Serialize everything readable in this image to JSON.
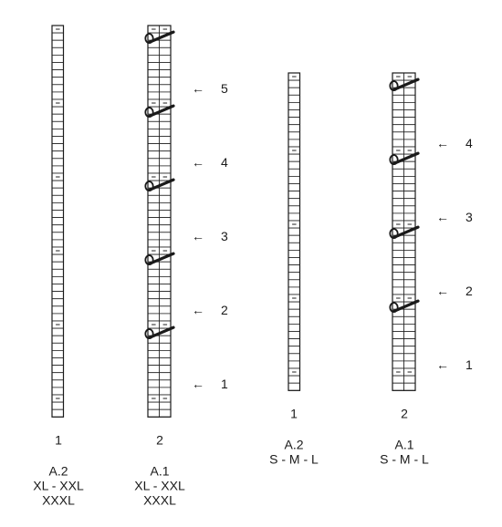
{
  "charts": [
    {
      "number": "1",
      "name": "A.2",
      "sizes_line1": "XL - XXL",
      "sizes_line2": "XXXL",
      "cols": 1,
      "rows": 53,
      "purl_rows": [
        0,
        10,
        20,
        30,
        40,
        50
      ],
      "purl_stitch": "−",
      "cable_rows": [],
      "arrows": []
    },
    {
      "number": "2",
      "name": "A.1",
      "sizes_line1": "XL - XXL",
      "sizes_line2": "XXXL",
      "cols": 2,
      "rows": 53,
      "purl_rows": [
        0,
        10,
        20,
        30,
        40,
        50
      ],
      "purl_stitch": "−",
      "cable_rows": [
        1,
        11,
        21,
        31,
        41
      ],
      "arrows": [
        "5",
        "4",
        "3",
        "2",
        "1"
      ],
      "arrow_rows": [
        8,
        18,
        28,
        38,
        48
      ]
    },
    {
      "number": "1",
      "name": "A.2",
      "sizes_line1": "S - M - L",
      "sizes_line2": "",
      "cols": 1,
      "rows": 43,
      "purl_rows": [
        0,
        10,
        20,
        30,
        40
      ],
      "purl_stitch": "−",
      "cable_rows": [],
      "arrows": []
    },
    {
      "number": "2",
      "name": "A.1",
      "sizes_line1": "S - M - L",
      "sizes_line2": "",
      "cols": 2,
      "rows": 43,
      "purl_rows": [
        0,
        10,
        20,
        30,
        40
      ],
      "purl_stitch": "−",
      "cable_rows": [
        1,
        11,
        21,
        31
      ],
      "arrows": [
        "4",
        "3",
        "2",
        "1"
      ],
      "arrow_rows": [
        9,
        19,
        29,
        39
      ]
    }
  ],
  "arrow_glyph": "←",
  "colors": {
    "ink": "#1a1a1a",
    "grid": "#222222",
    "background": "#ffffff"
  }
}
